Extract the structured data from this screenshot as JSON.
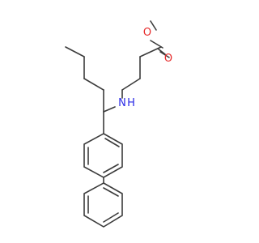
{
  "molecule": {
    "atoms": {
      "nitrogen": {
        "symbol": "N",
        "hydrogen": "H",
        "color": "#2a2ae6"
      },
      "carbonyl_oxygen": {
        "symbol": "O",
        "color": "#e62a2a"
      },
      "ester_oxygen": {
        "symbol": "O",
        "color": "#e62a2a"
      }
    },
    "bond_color": "#3b3b3b"
  }
}
